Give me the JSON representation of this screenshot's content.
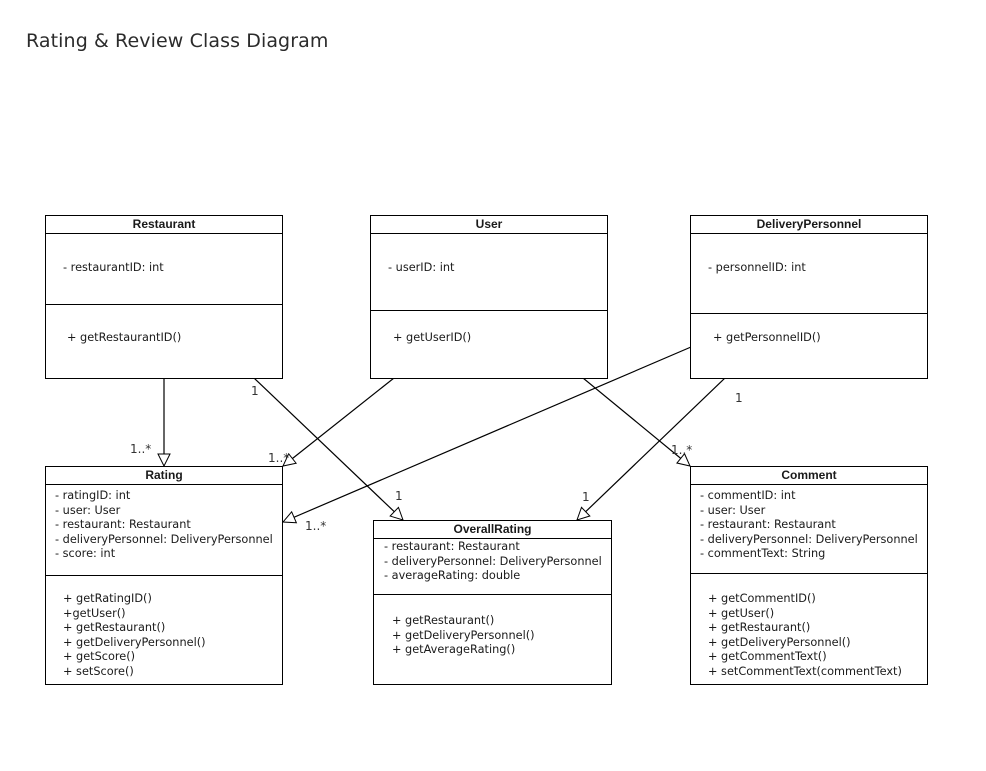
{
  "title": "Rating & Review Class Diagram",
  "classes": {
    "restaurant": {
      "name": "Restaurant",
      "attributes": [
        "- restaurantID: int"
      ],
      "methods": [
        "+ getRestaurantID()"
      ]
    },
    "user": {
      "name": "User",
      "attributes": [
        "- userID: int"
      ],
      "methods": [
        "+ getUserID()"
      ]
    },
    "delivery": {
      "name": "DeliveryPersonnel",
      "attributes": [
        "- personnelID: int"
      ],
      "methods": [
        "+ getPersonnelID()"
      ]
    },
    "rating": {
      "name": "Rating",
      "attributes": [
        "- ratingID: int",
        "- user: User",
        "- restaurant: Restaurant",
        "- deliveryPersonnel: DeliveryPersonnel",
        "- score: int"
      ],
      "methods": [
        "+ getRatingID()",
        "+getUser()",
        "+ getRestaurant()",
        "+ getDeliveryPersonnel()",
        "+ getScore()",
        "+ setScore()"
      ]
    },
    "overall": {
      "name": "OverallRating",
      "attributes": [
        "- restaurant: Restaurant",
        "- deliveryPersonnel: DeliveryPersonnel",
        "- averageRating: double"
      ],
      "methods": [
        "+ getRestaurant()",
        "+ getDeliveryPersonnel()",
        "+ getAverageRating()"
      ]
    },
    "comment": {
      "name": "Comment",
      "attributes": [
        "- commentID: int",
        "- user: User",
        "- restaurant: Restaurant",
        "- deliveryPersonnel: DeliveryPersonnel",
        "- commentText: String"
      ],
      "methods": [
        "+ getCommentID()",
        "+ getUser()",
        "+ getRestaurant()",
        "+ getDeliveryPersonnel()",
        "+ getCommentText()",
        "+ setCommentText(commentText)"
      ]
    }
  },
  "multiplicities": {
    "restaurant_rating": "1..*",
    "user_rating": "1..*",
    "delivery_rating": "1..*",
    "restaurant_overall_src": "1",
    "restaurant_overall_dst": "1",
    "user_comment": "1..*",
    "delivery_overall_src": "1",
    "delivery_overall_dst": "1"
  }
}
